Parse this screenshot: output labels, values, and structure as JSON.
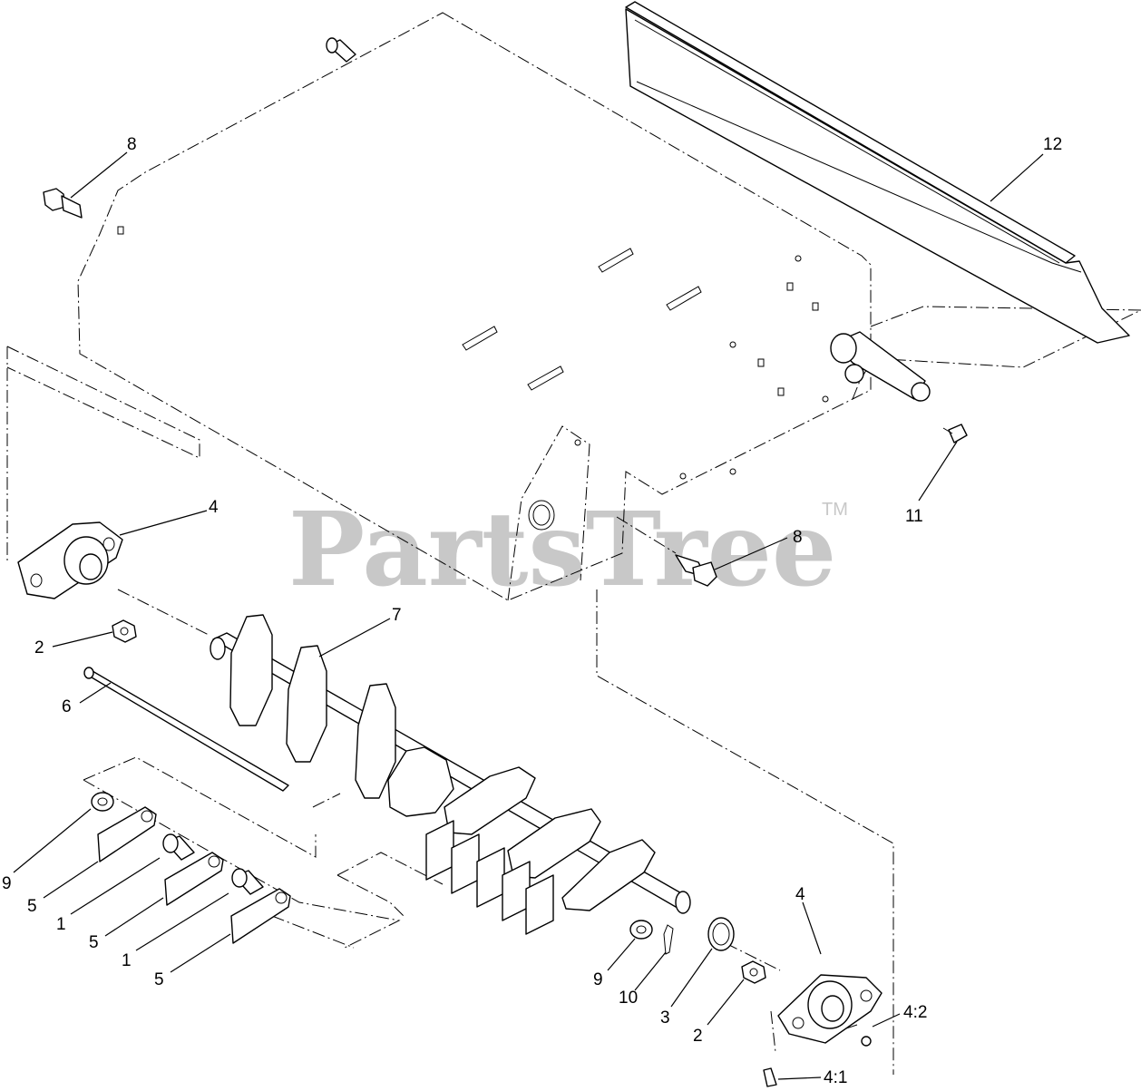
{
  "watermark": {
    "text": "PartsTree",
    "tm": "TM"
  },
  "callouts": [
    {
      "id": "c8a",
      "label": "8"
    },
    {
      "id": "c12",
      "label": "12"
    },
    {
      "id": "c4a",
      "label": "4"
    },
    {
      "id": "c11",
      "label": "11"
    },
    {
      "id": "c8b",
      "label": "8"
    },
    {
      "id": "c7",
      "label": "7"
    },
    {
      "id": "c2a",
      "label": "2"
    },
    {
      "id": "c6",
      "label": "6"
    },
    {
      "id": "c9a",
      "label": "9"
    },
    {
      "id": "c5a",
      "label": "5"
    },
    {
      "id": "c1a",
      "label": "1"
    },
    {
      "id": "c5b",
      "label": "5"
    },
    {
      "id": "c1b",
      "label": "1"
    },
    {
      "id": "c5c",
      "label": "5"
    },
    {
      "id": "c9b",
      "label": "9"
    },
    {
      "id": "c10",
      "label": "10"
    },
    {
      "id": "c3",
      "label": "3"
    },
    {
      "id": "c4b",
      "label": "4"
    },
    {
      "id": "c2b",
      "label": "2"
    },
    {
      "id": "c42",
      "label": "4:2"
    },
    {
      "id": "c41",
      "label": "4:1"
    }
  ]
}
